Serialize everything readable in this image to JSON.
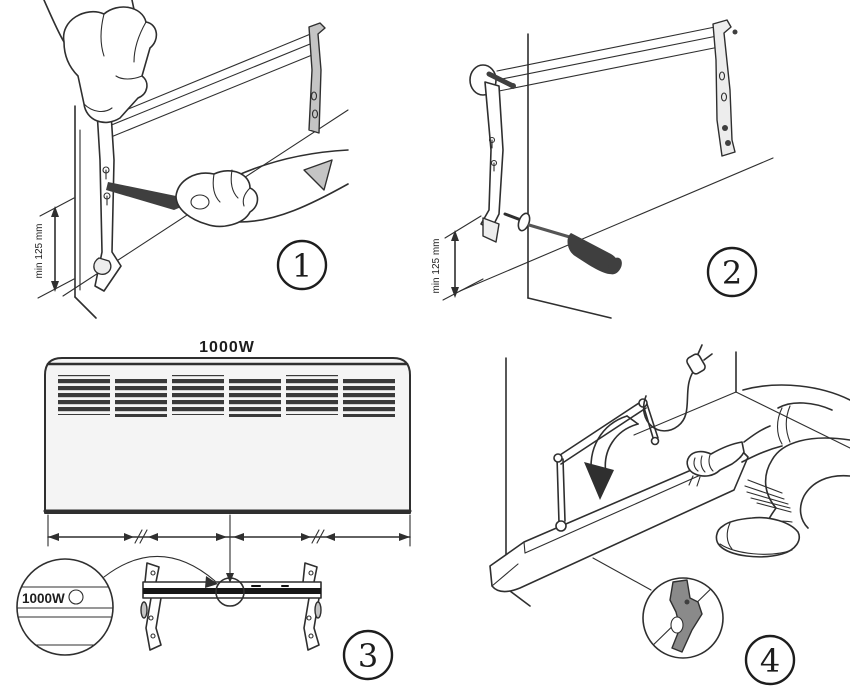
{
  "colors": {
    "background": "#ffffff",
    "ink": "#2f2f2f",
    "dark_fill": "#3f3f3f",
    "gray_fill": "#c4c4c4",
    "heater_fill": "#f4f4f4"
  },
  "step1": {
    "badge": "1",
    "dimension_label": "min 125 mm"
  },
  "step2": {
    "badge": "2",
    "dimension_label": "min 125 mm"
  },
  "step3": {
    "badge": "3",
    "wattage_label": "1000W",
    "callout_label": "1000W"
  },
  "step4": {
    "badge": "4"
  }
}
